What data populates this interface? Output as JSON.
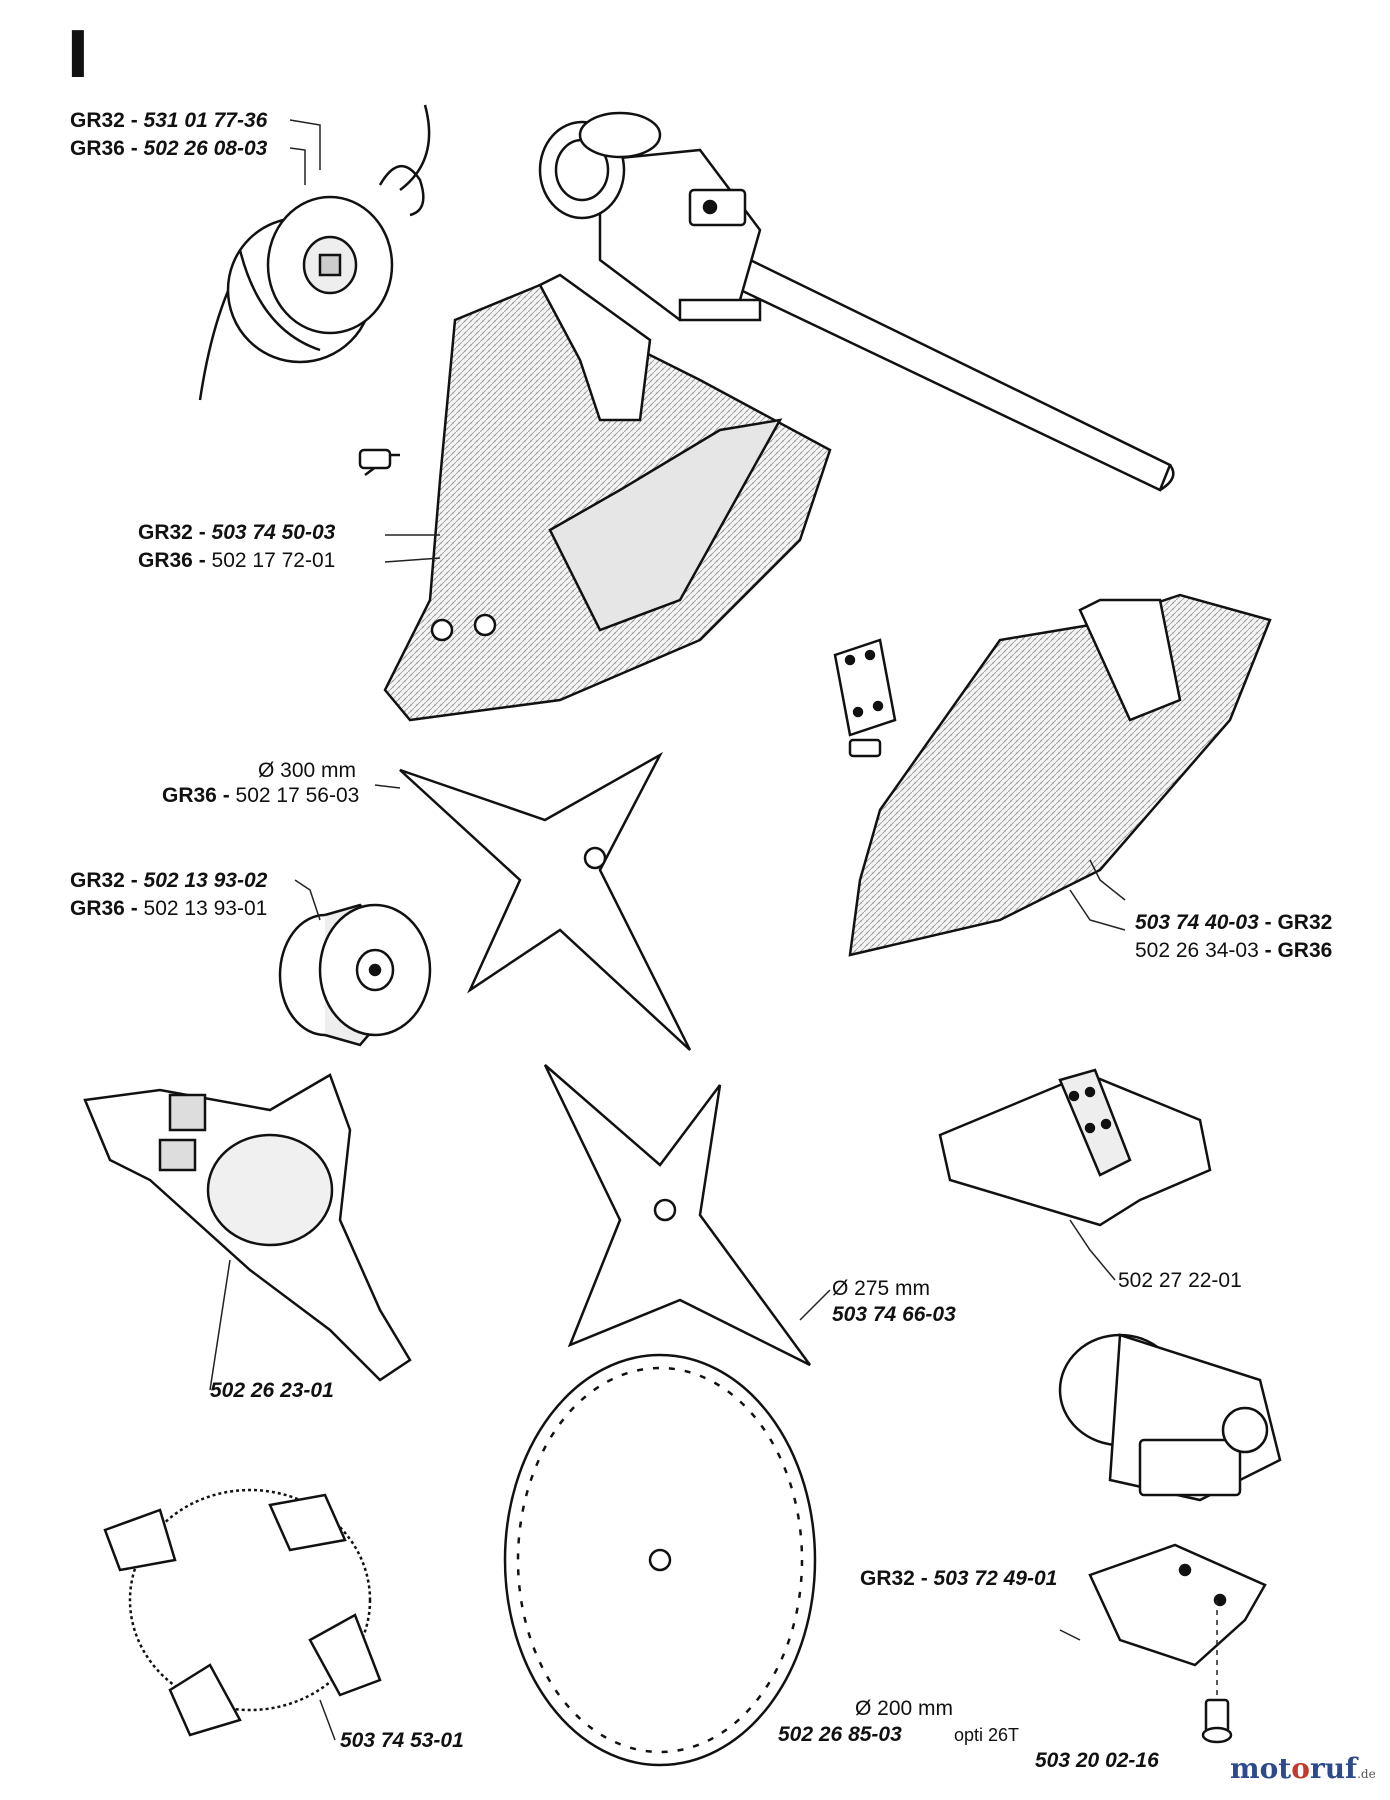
{
  "section_letter": "I",
  "labels": {
    "trimmer_head": {
      "line1": {
        "model": "GR32",
        "part": "531 01 77-36"
      },
      "line2": {
        "model": "GR36",
        "part": "502 26 08-03"
      }
    },
    "guard_large": {
      "line1": {
        "model": "GR32",
        "part": "503 74 50-03"
      },
      "line2": {
        "model": "GR36",
        "part": "502 17 72-01"
      }
    },
    "blade_3tooth": {
      "diameter": "Ø 300 mm",
      "model": "GR36",
      "part": "502 17 56-03"
    },
    "spool": {
      "line1": {
        "model": "GR32",
        "part": "502 13 93-02"
      },
      "line2": {
        "model": "GR36",
        "part": "502 13 93-01"
      }
    },
    "guard_right": {
      "line1": {
        "part": "503 74 40-03",
        "model": "GR32"
      },
      "line2": {
        "part": "502 26 34-03",
        "model": "GR36"
      }
    },
    "guard_3spoke": {
      "part": "502 26 23-01"
    },
    "blade_4tooth": {
      "diameter": "Ø 275 mm",
      "part": "503 74 66-03"
    },
    "small_guard": {
      "part": "502 27 22-01"
    },
    "saw_blade": {
      "diameter": "Ø 200 mm",
      "part": "502 26 85-03",
      "note": "opti 26T"
    },
    "wire_guard": {
      "part": "503 74 53-01"
    },
    "bracket": {
      "model": "GR32",
      "part": "503 72 49-01"
    },
    "bolt": {
      "part": "503 20 02-16"
    }
  },
  "watermark": {
    "part1": "mot",
    "part2": "o",
    "part3": "ruf",
    "suffix": ".de"
  }
}
